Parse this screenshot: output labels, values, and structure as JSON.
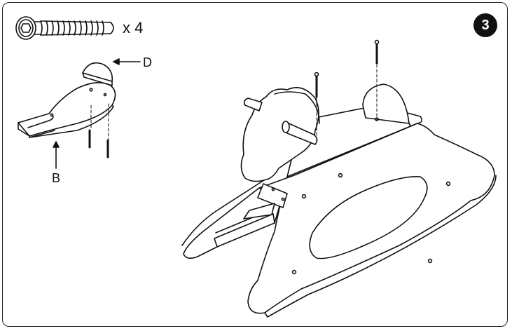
{
  "step": {
    "number": "3"
  },
  "hardware": {
    "quantity": "x 4",
    "icon": "bolt-icon"
  },
  "labels": {
    "part_d": "D",
    "part_b": "B"
  },
  "colors": {
    "stroke": "#111111",
    "badge": "#111111",
    "background": "#ffffff"
  }
}
